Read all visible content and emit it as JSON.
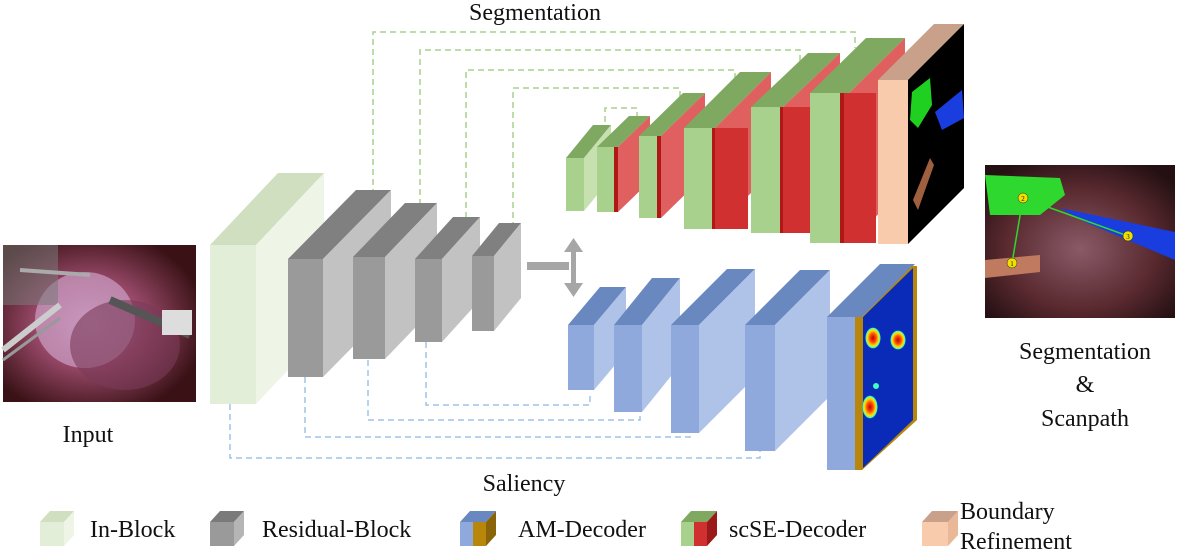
{
  "labels": {
    "segmentation_top": "Segmentation",
    "saliency_bottom": "Saliency",
    "input": "Input",
    "output_line1": "Segmentation",
    "output_line2": "&",
    "output_line3": "Scanpath"
  },
  "legend": [
    {
      "key": "in_block",
      "label": "In-Block"
    },
    {
      "key": "residual_block",
      "label": "Residual-Block"
    },
    {
      "key": "am_decoder",
      "label": "AM-Decoder"
    },
    {
      "key": "scse_decoder",
      "label": "scSE-Decoder"
    },
    {
      "key": "boundary_refinement",
      "label_line1": "Boundary",
      "label_line2": "Refinement"
    }
  ],
  "scanpath_markers": [
    "1",
    "2",
    "3"
  ],
  "colors": {
    "in_block": "#e3eed9",
    "residual_block": "#9a9a9a",
    "am_decoder": "#8fa9dc",
    "scse_decoder_green": "#a9d18e",
    "scse_decoder_red": "#d03030",
    "boundary_refinement": "#f8cbad",
    "am_gold": "#b8860b",
    "skip_green": "#a9d18e",
    "skip_blue": "#9dc3e6"
  }
}
